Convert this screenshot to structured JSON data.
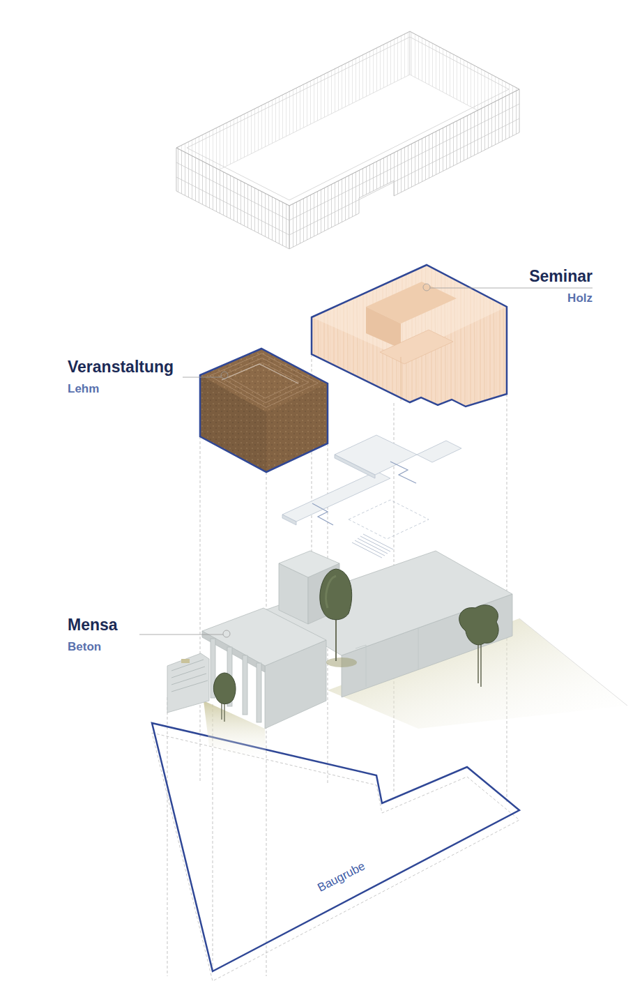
{
  "diagram": {
    "nodes": [
      {
        "text": [
          "Seminar",
          "Holz"
        ]
      },
      {
        "text": [
          "Veranstaltung",
          "Lehm"
        ]
      },
      {
        "text": [
          "Mensa",
          "Beton"
        ]
      },
      {
        "text": [
          "Baugrube"
        ]
      }
    ]
  }
}
